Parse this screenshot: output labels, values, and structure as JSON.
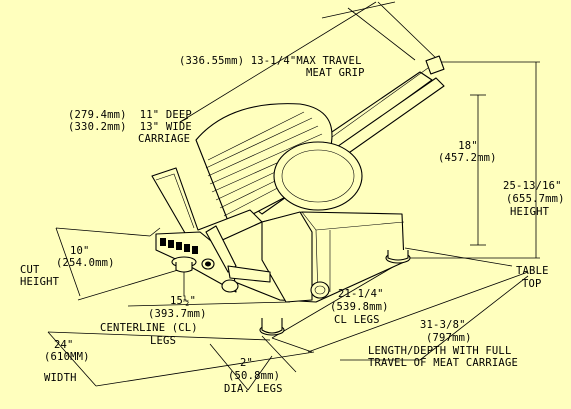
{
  "colors": {
    "background": "#FFFFBE",
    "ink": "#000000"
  },
  "labels": {
    "max_travel_top": "(336.55mm) 13-1/4\"MAX TRAVEL",
    "max_travel_bottom": "MEAT GRIP",
    "deep_1": "(279.4mm)  11\" DEEP",
    "deep_2": "(330.2mm)  13\" WIDE",
    "deep_3": "CARRIAGE",
    "h18_1": "18\"",
    "h18_2": "(457.2mm)",
    "height_1": "25-13/16\"",
    "height_2": "(655.7mm)",
    "height_3": "HEIGHT",
    "cut_10": "10\"",
    "cut_mm": "(254.0mm)",
    "cut_1": "CUT",
    "cut_2": "HEIGHT",
    "table_1": "TABLE",
    "table_2": "TOP",
    "cl_1": "15½\"",
    "cl_2": "(393.7mm)",
    "cl_3": "CENTERLINE (CL)",
    "cl_4": "LEGS",
    "cll_1": "21-1/4\"",
    "cll_2": "(539.8mm)",
    "cll_3": "CL LEGS",
    "len_1": "31-3/8\"",
    "len_2": "(797mm)",
    "len_3": "LENGTH/DEPTH WITH FULL",
    "len_4": "TRAVEL OF MEAT CARRIAGE",
    "w_1": "24\"",
    "w_2": "(610MM)",
    "w_3": "WIDTH",
    "dia_1": "2\"",
    "dia_2": "(50.8mm)",
    "dia_3": "DIA. LEGS"
  }
}
